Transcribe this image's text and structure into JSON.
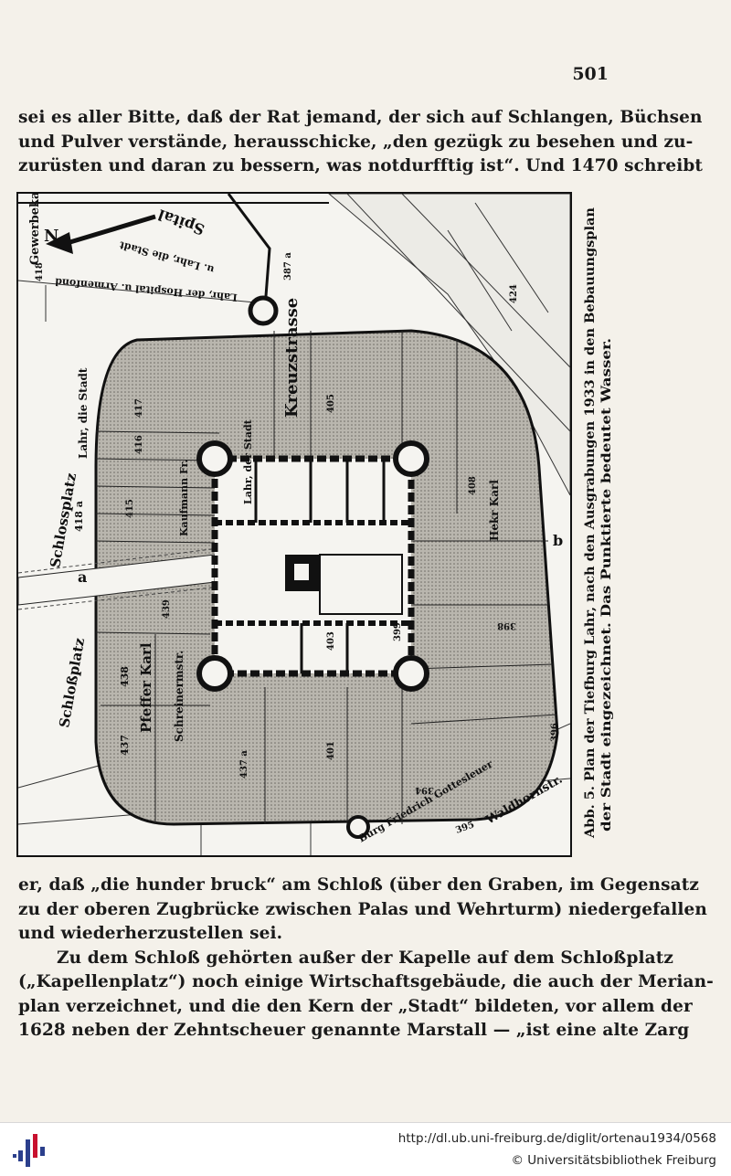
{
  "page": {
    "number": "501",
    "top_lines": [
      "sei es aller Bitte, daß der Rat jemand, der sich auf Schlangen, Büchsen",
      "und Pulver verstände, herausschicke, „den gezügk zu besehen und zu-",
      "zurüsten und daran zu bessern, was notdurfftig ist“. Und 1470 schreibt"
    ],
    "bottom_lines": [
      "er, daß „die hunder bruck“ am Schloß (über den Graben, im Gegensatz",
      "zu der oberen Zugbrücke zwischen Palas und Wehrturm) niedergefallen",
      "und wiederherzustellen sei.",
      "Zu dem Schloß gehörten außer der Kapelle auf dem Schloßplatz",
      "(„Kapellenplatz“) noch einige Wirtschaftsgebäude, die auch der Merian-",
      "plan verzeichnet, und die den Kern der „Stadt“ bildeten, vor allem der",
      "1628 neben der Zehntscheuer genannte Marstall — „ist eine alte Zarg"
    ]
  },
  "figure": {
    "caption_line1": "Abb. 5. Plan der Tiefburg Lahr, nach den Ausgrabungen 1933 in den Bebauungsplan",
    "caption_line2": "der Stadt eingezeichnet. Das Punktierte bedeutet Wasser.",
    "labels": {
      "gewerbekanal": "Gewerbekanal",
      "spital": "Spital",
      "north": "N",
      "schlossplatz_a": "Schlossplatz",
      "schlossplatz_b": "Schloßplatz",
      "kreuzstrasse": "Kreuzstrasse",
      "waldhornstr": "Waldhornstr.",
      "lahr_die_stadt": "Lahr, die Stadt",
      "u_lahr_die_stadt": "u. Lahr, die Stadt",
      "lahr_der_stadt": "Lahr, der Stadt",
      "hospital": "Lahr, der Hospital u. Armenfond",
      "burg_friedrich": "Burg Friedrich Gottesleuer",
      "kaufmann_fr": "Kaufmann Fr.",
      "pfeffer_karl": "Pfeffer Karl",
      "schreinermstr": "Schreinermstr.",
      "hekr_karl": "Hekr Karl",
      "marker_a": "a",
      "marker_b": "b",
      "parcel_418": "418",
      "parcel_418a": "418 a",
      "parcel_417": "417",
      "parcel_416": "416",
      "parcel_415": "415",
      "parcel_438": "438",
      "parcel_437": "437",
      "parcel_405": "405",
      "parcel_403": "403",
      "parcel_401": "401",
      "parcel_399": "399",
      "parcel_398": "398",
      "parcel_396": "396",
      "parcel_394": "394",
      "parcel_395": "395",
      "parcel_408": "408",
      "parcel_439": "439",
      "parcel_437a": "437 a",
      "parcel_424": "424",
      "parcel_387": "387 a"
    }
  },
  "footer": {
    "url": "http://dl.ub.uni-freiburg.de/diglit/ortenau1934/0568",
    "copyright": "© Universitätsbibliothek Freiburg"
  }
}
